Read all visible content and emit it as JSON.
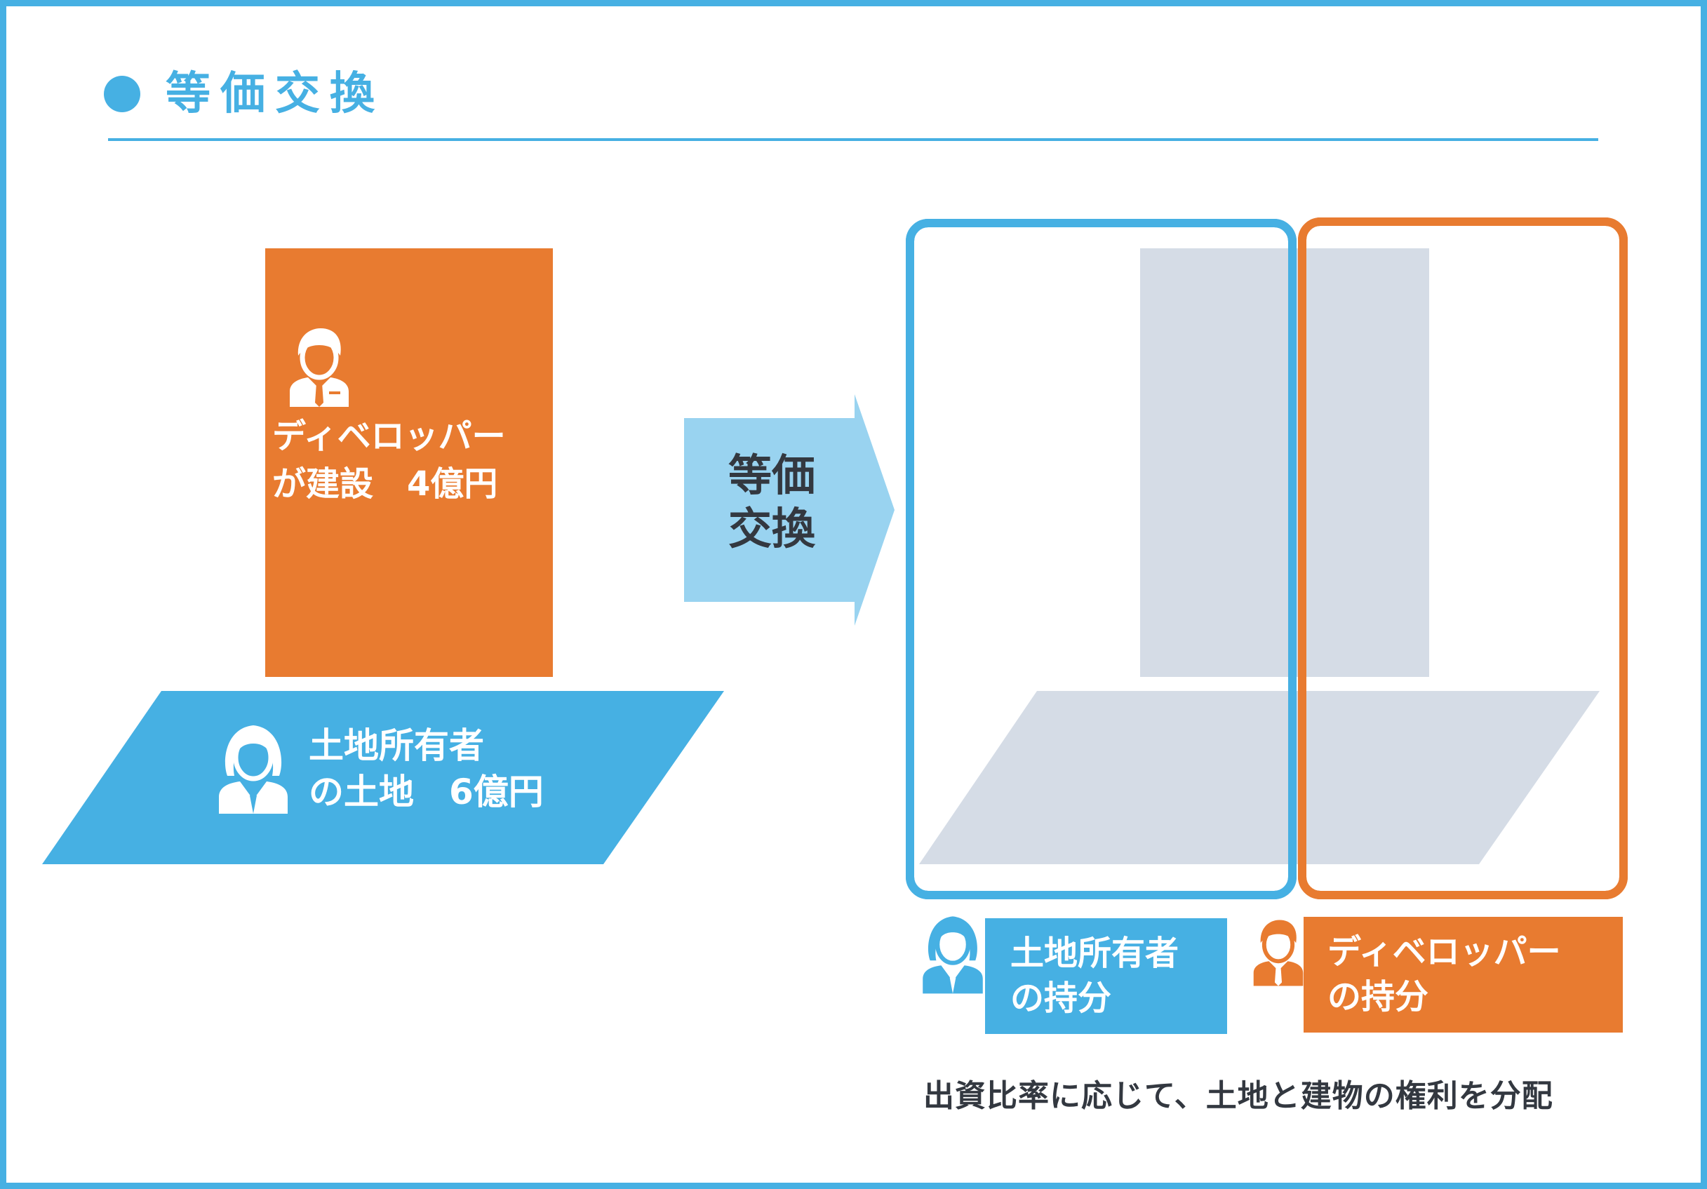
{
  "title": "等価交換",
  "colors": {
    "frame": "#46b0e3",
    "owner_blue": "#46b0e3",
    "developer_orange": "#e87b30",
    "arrow_light_blue": "#99d3f0",
    "shadow_gray": "#d5dce6",
    "text_dark": "#333840"
  },
  "before": {
    "developer_block": {
      "icon": "businessman-icon",
      "line1": "ディベロッパー",
      "line2": "が建設　4億円"
    },
    "land_block": {
      "icon": "businesswoman-icon",
      "line1": "土地所有者",
      "line2": "の土地　6億円"
    }
  },
  "arrow": {
    "line1": "等価",
    "line2": "交換"
  },
  "after": {
    "owner_share": {
      "icon": "businesswoman-icon",
      "line1": "土地所有者",
      "line2": "の持分"
    },
    "developer_share": {
      "icon": "businessman-icon",
      "line1": "ディベロッパー",
      "line2": "の持分"
    }
  },
  "caption": "出資比率に応じて、土地と建物の権利を分配"
}
